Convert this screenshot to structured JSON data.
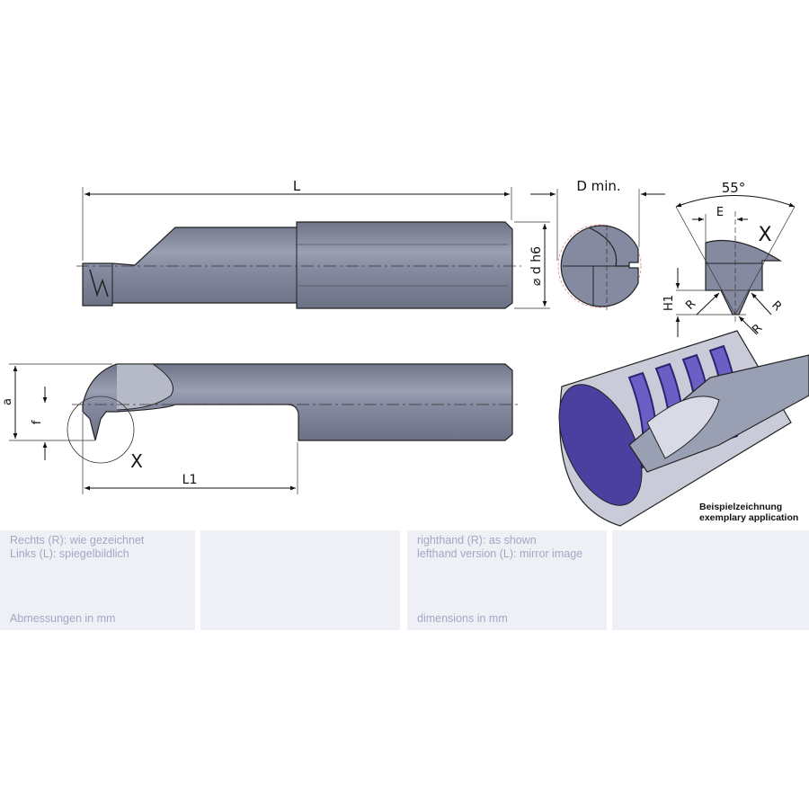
{
  "drawing": {
    "labels": {
      "length": "L",
      "min_bore": "D min.",
      "angle": "55°",
      "e": "E",
      "detail_x_top": "X",
      "h1": "H1",
      "r1": "R",
      "r2": "R",
      "r3": "R",
      "shank_diameter": "⌀ d h6",
      "a": "a",
      "f": "f",
      "detail_x_bottom": "X",
      "l1": "L1"
    },
    "example_caption": {
      "de": "Beispielzeichnung",
      "en": "exemplary application"
    },
    "colors": {
      "tool": "#80869a",
      "thread": "#4b3fa0",
      "panel": "#eef0f5",
      "panel_text": "#a3a8c4"
    }
  },
  "panels": [
    {
      "lines": [
        "Rechts (R): wie gezeichnet",
        "Links (L): spiegelbildlich"
      ],
      "footer": "Abmessungen in mm"
    },
    {
      "lines": [],
      "footer": ""
    },
    {
      "lines": [
        "righthand (R): as shown",
        "lefthand version (L): mirror image"
      ],
      "footer": "dimensions in mm"
    },
    {
      "lines": [],
      "footer": ""
    }
  ]
}
